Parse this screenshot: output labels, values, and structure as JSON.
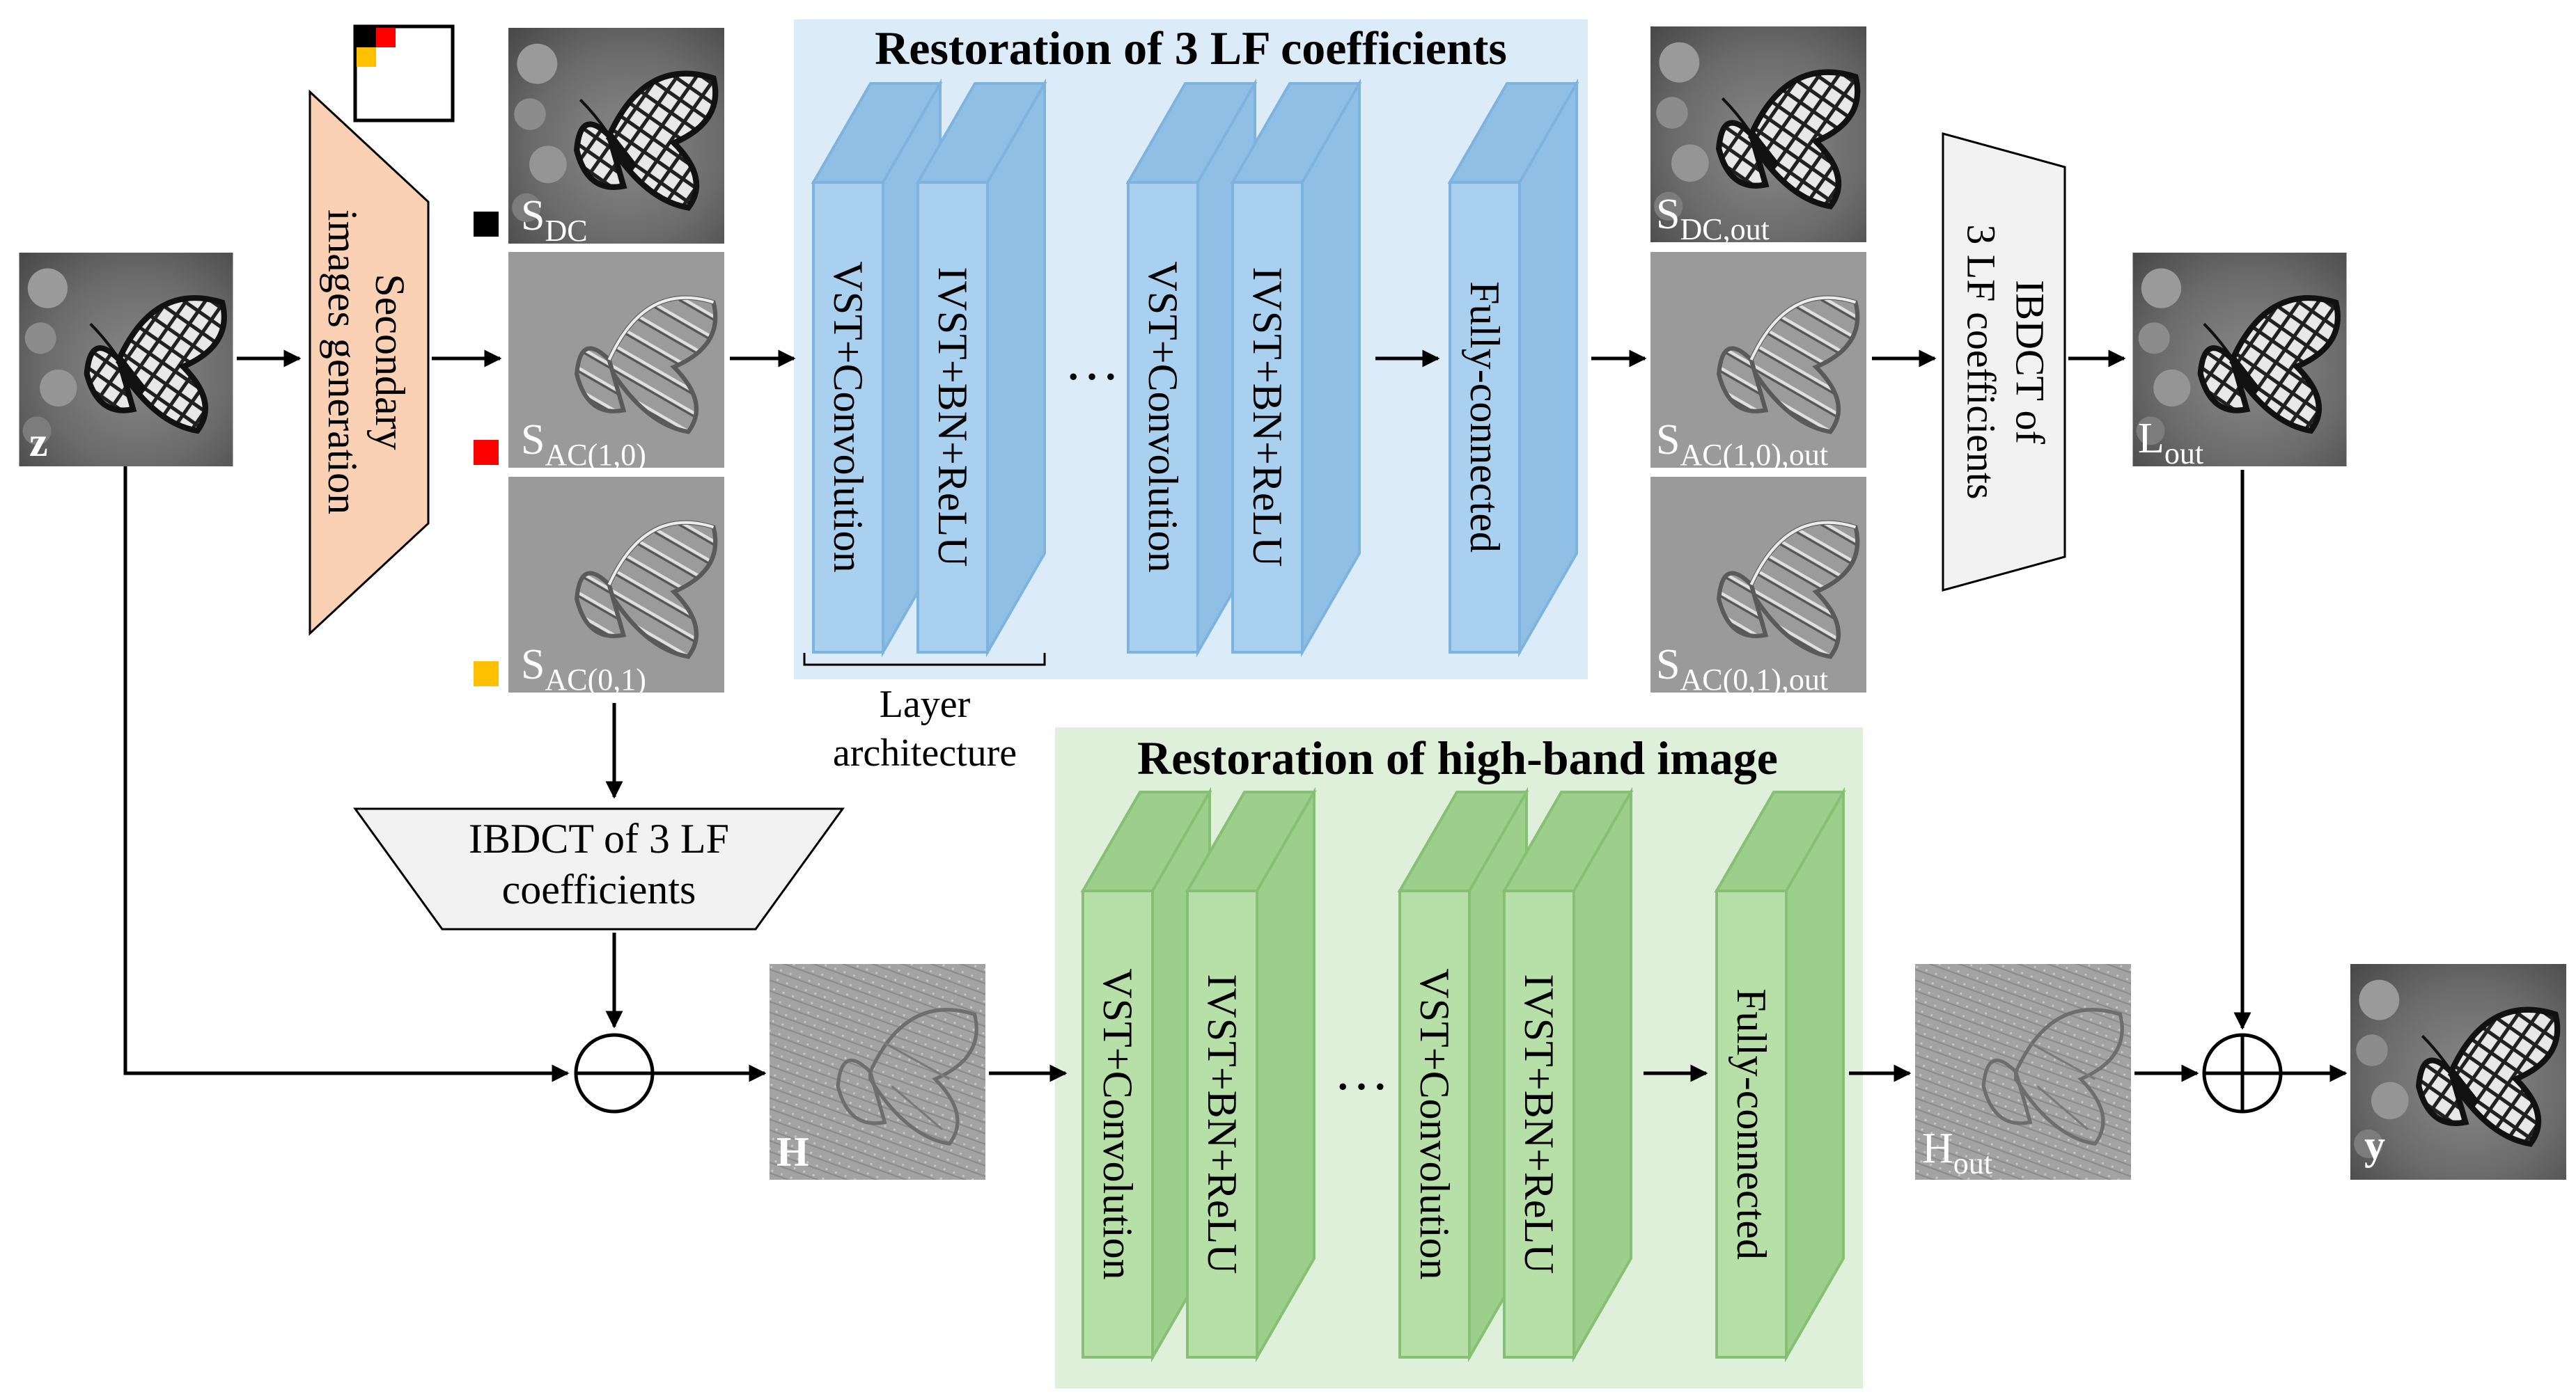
{
  "colors": {
    "upper_panel": "#dcebf8",
    "lower_panel": "#dff0da",
    "blue_layer_face": "#a9d0ee",
    "blue_layer_side": "#8fbfe4",
    "blue_layer_stroke": "#7fb3df",
    "green_layer_face": "#b6e0a8",
    "green_layer_side": "#9ccf8c",
    "green_layer_stroke": "#85c074",
    "secondary_block": "#fbd1b5",
    "ibdct_block": "#f2f2f2",
    "marker_dc": "#000000",
    "marker_ac10": "#ff0000",
    "marker_ac01": "#ffc000"
  },
  "images": {
    "input": {
      "label": "z",
      "style": "butterfly-image"
    },
    "s_dc": {
      "label_main": "S",
      "label_sub": "DC",
      "style": "butterfly-image"
    },
    "s_ac10": {
      "label_main": "S",
      "label_sub": "AC(1,0)",
      "style": "relief-image"
    },
    "s_ac01": {
      "label_main": "S",
      "label_sub": "AC(0,1)",
      "style": "relief-image"
    },
    "s_dc_out": {
      "label_main": "S",
      "label_sub": "DC,out",
      "style": "butterfly-image"
    },
    "s_ac10_out": {
      "label_main": "S",
      "label_sub": "AC(1,0),out",
      "style": "relief-image"
    },
    "s_ac01_out": {
      "label_main": "S",
      "label_sub": "AC(0,1),out",
      "style": "relief-image"
    },
    "l_out": {
      "label_main": "L",
      "label_sub": "out",
      "style": "butterfly-image"
    },
    "h": {
      "label": "H",
      "style": "edge-image"
    },
    "h_out": {
      "label_main": "H",
      "label_sub": "out",
      "style": "edge-image"
    },
    "output": {
      "label": "y",
      "style": "butterfly-image"
    }
  },
  "blocks": {
    "secondary": {
      "line1": "Secondary",
      "line2": "images generation"
    },
    "ibdct_upper": {
      "line1": "IBDCT of",
      "line2": "3 LF coefficients"
    },
    "ibdct_lower": {
      "line1": "IBDCT of 3 LF",
      "line2": "coefficients"
    }
  },
  "upper_panel": {
    "title": "Restoration of 3 LF coefficients",
    "layers": [
      "VST+Convolution",
      "IVST+BN+ReLU",
      "VST+Convolution",
      "IVST+BN+ReLU",
      "Fully-connected"
    ],
    "ellipsis": "…"
  },
  "lower_panel": {
    "title": "Restoration of high-band image",
    "layers": [
      "VST+Convolution",
      "IVST+BN+ReLU",
      "VST+Convolution",
      "IVST+BN+ReLU",
      "Fully-connected"
    ],
    "ellipsis": "…"
  },
  "layer_architecture": {
    "line1": "Layer",
    "line2": "architecture"
  },
  "operators": {
    "subtract": "minus-circle",
    "add": "plus-circle"
  },
  "icons": {
    "coefficient_grid": "dct-coefficient-grid-icon"
  }
}
